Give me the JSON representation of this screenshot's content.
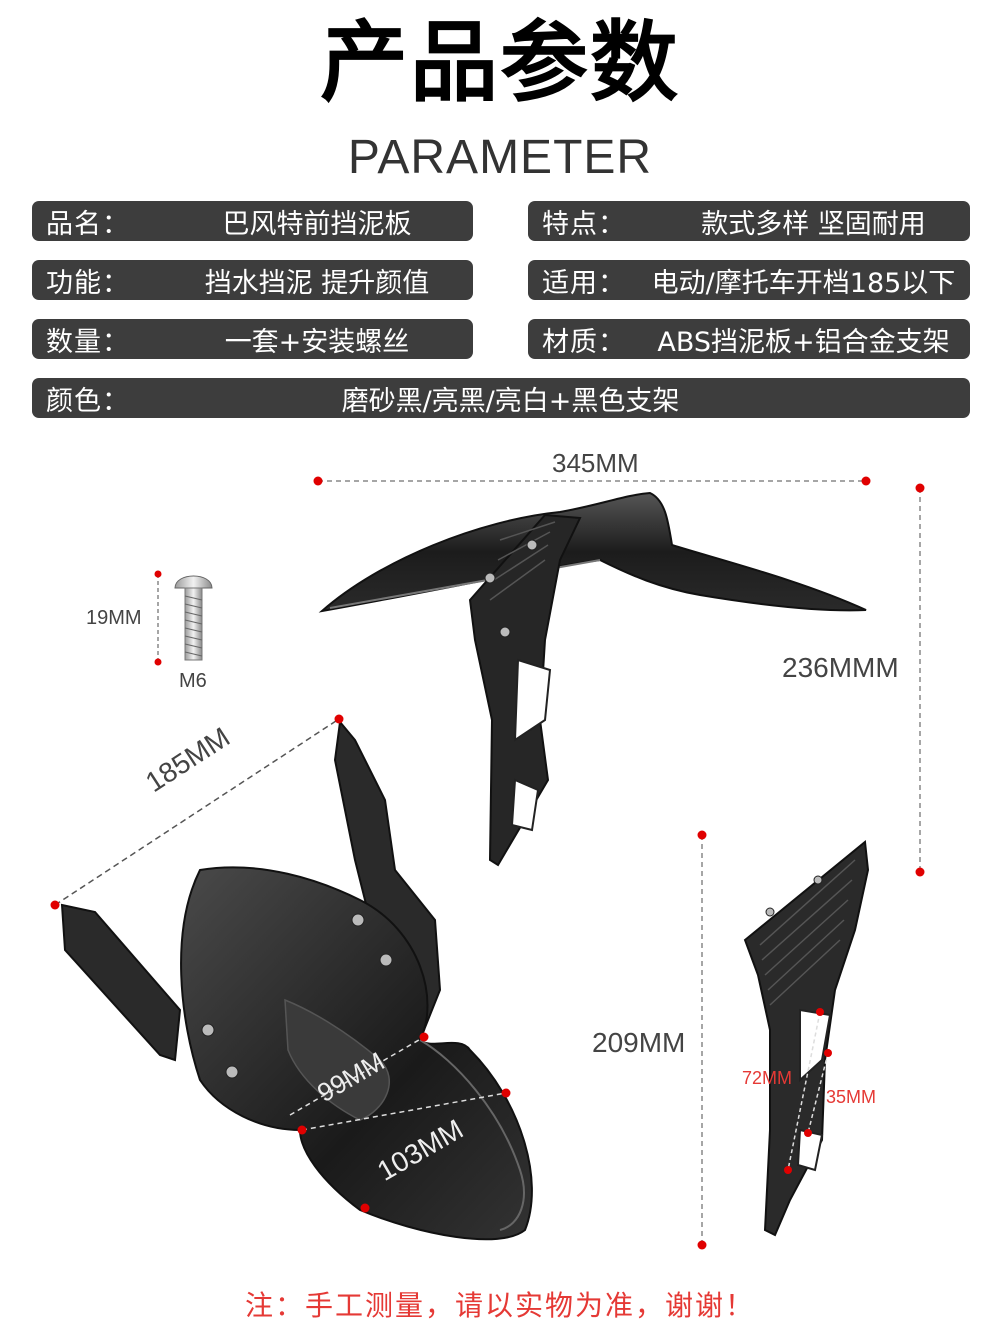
{
  "header": {
    "title": "产品参数",
    "subtitle": "PARAMETER"
  },
  "params": {
    "name": {
      "key": "品名：",
      "value": "巴风特前挡泥板"
    },
    "feature": {
      "key": "特点：",
      "value": "款式多样 坚固耐用"
    },
    "function": {
      "key": "功能：",
      "value": "挡水挡泥 提升颜值"
    },
    "fit": {
      "key": "适用：",
      "value": "电动/摩托车开档185以下"
    },
    "quantity": {
      "key": "数量：",
      "value": "一套+安装螺丝"
    },
    "material": {
      "key": "材质：",
      "value": "ABS挡泥板+铝合金支架"
    },
    "color": {
      "key": "颜色：",
      "value": "磨砂黑/亮黑/亮白+黑色支架"
    }
  },
  "dimensions": {
    "length": "345MM",
    "height": "236MMM",
    "screw_length": "19MM",
    "screw_size": "M6",
    "bracket_span": "185MM",
    "inner_width": "99MM",
    "outer_width": "103MM",
    "bracket_height": "209MM",
    "slot_length": "72MM",
    "slot_spacing": "35MM"
  },
  "note": "注：手工测量，请以实物为准，谢谢！",
  "colors": {
    "panel": "#3d3d3d",
    "accent": "#e53935",
    "dot": "#e00000"
  }
}
